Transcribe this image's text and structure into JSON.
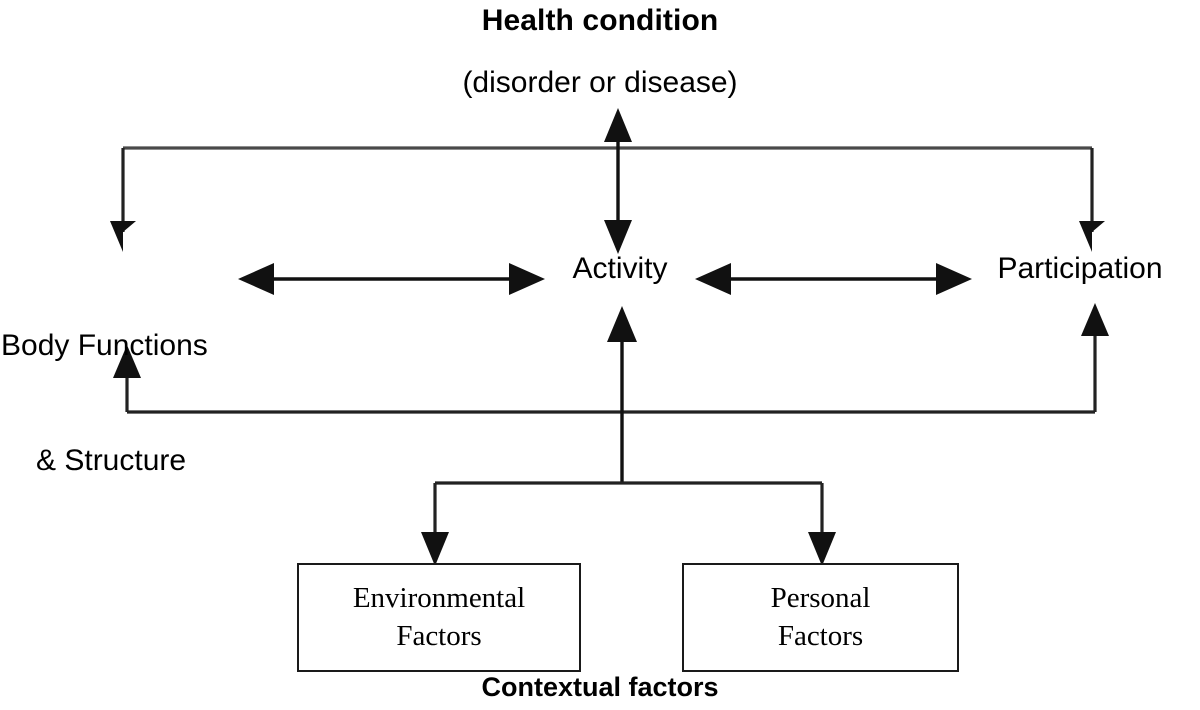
{
  "diagram": {
    "title": "Health condition",
    "subtitle": "(disorder or disease)",
    "caption": "Contextual factors",
    "nodes": {
      "body_functions_line1": "Body Functions",
      "body_functions_line2": "& Structure",
      "activity": "Activity",
      "participation": "Participation"
    },
    "boxes": {
      "environmental_line1": "Environmental",
      "environmental_line2": "Factors",
      "personal_line1": "Personal",
      "personal_line2": "Factors"
    },
    "colors": {
      "stroke": "#1a1a1a",
      "text": "#000000",
      "background": "#ffffff"
    }
  }
}
